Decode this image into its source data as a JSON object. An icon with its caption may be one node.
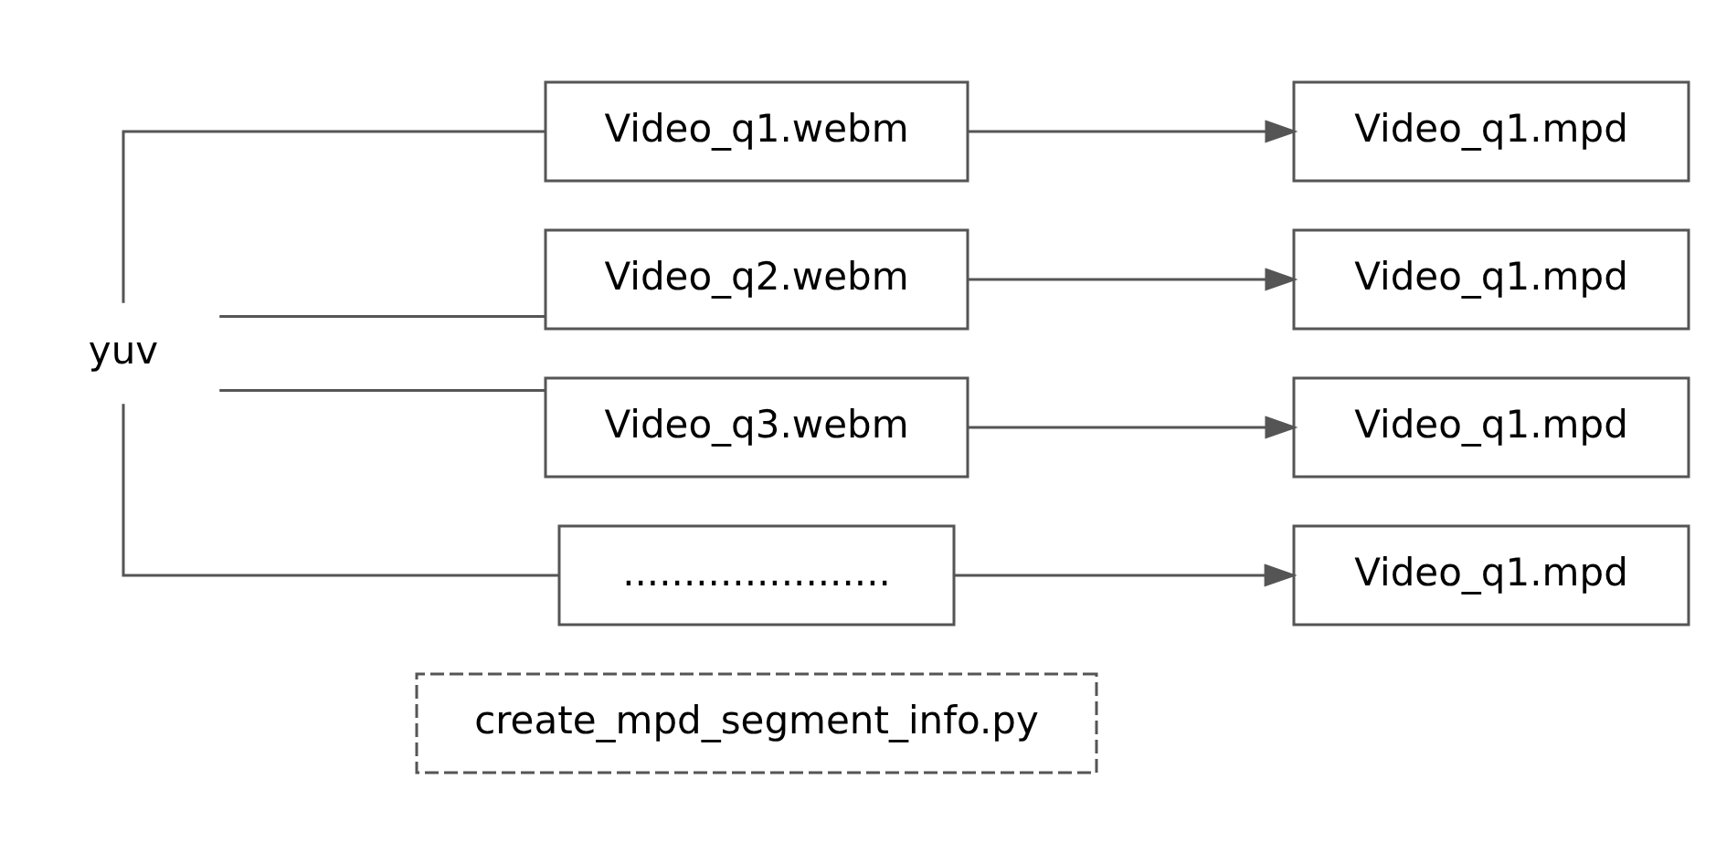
{
  "diagram": {
    "nodes": [
      {
        "text": [
          "create_mpd_segment_info.py"
        ]
      },
      {
        "text": [
          "yuv"
        ]
      },
      {
        "text": [
          "Video_q1.webm"
        ]
      },
      {
        "text": [
          "Video_q2.webm"
        ]
      },
      {
        "text": [
          "Video_q3.webm"
        ]
      },
      {
        "text": [
          "......................"
        ]
      },
      {
        "text": [
          "Video_q1.mpd"
        ]
      },
      {
        "text": [
          "Video_q1.mpd"
        ]
      },
      {
        "text": [
          "Video_q1.mpd"
        ]
      },
      {
        "text": [
          "Video_q1.mpd"
        ]
      }
    ],
    "edges": [
      {
        "from": 1,
        "to": 2,
        "arrow": "none"
      },
      {
        "from": 1,
        "to": 3,
        "arrow": "none"
      },
      {
        "from": 1,
        "to": 4,
        "arrow": "none"
      },
      {
        "from": 1,
        "to": 5,
        "arrow": "none"
      },
      {
        "from": 2,
        "to": 6,
        "arrow": "to"
      },
      {
        "from": 3,
        "to": 7,
        "arrow": "to"
      },
      {
        "from": 4,
        "to": 8,
        "arrow": "to"
      },
      {
        "from": 5,
        "to": 9,
        "arrow": "to"
      }
    ]
  }
}
